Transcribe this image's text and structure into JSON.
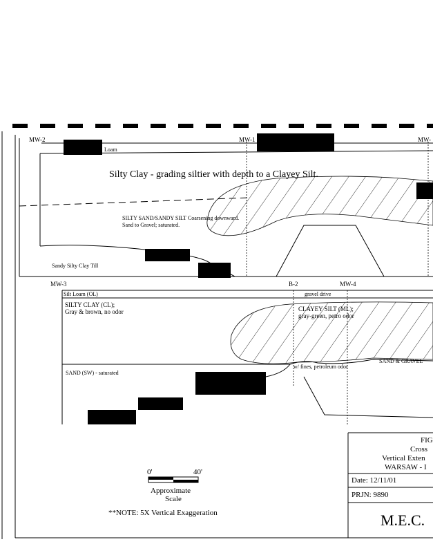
{
  "upper_section": {
    "well_labels": [
      "MW-2",
      "MW-1",
      "MW-"
    ],
    "surface_label": "Loam",
    "main_layer": "Silty Clay - grading siltier with depth to a Clayey Silt.",
    "sand_layer_line1": "SILTY SAND/SANDY SILT Coarsening downward.",
    "sand_layer_line2": "Sand to Gravel; saturated.",
    "till_layer": "Sandy Silty Clay Till"
  },
  "lower_section": {
    "well_labels": [
      "MW-3",
      "B-2",
      "MW-4"
    ],
    "surface_label": "Silt Loam (OL)",
    "gravel_drive": "gravel drive",
    "silty_clay_line1": "SILTY CLAY (CL);",
    "silty_clay_line2": "Gray & brown, no odor",
    "clayey_silt_line1": "CLAYEY SILT (ML);",
    "clayey_silt_line2": "gray-green, petro odor",
    "fines_note": "w/ fines, petroleum odor",
    "sand_gravel": "SAND & GRAVEL",
    "sand_layer": "SAND (SW) - saturated"
  },
  "scale": {
    "start": "0'",
    "end": "40'",
    "label_line1": "Approximate",
    "label_line2": "Scale",
    "note": "**NOTE:  5X Vertical Exaggeration"
  },
  "title_block": {
    "fig": "FIG",
    "line2": "Cross",
    "line3": "Vertical Exten",
    "line4": "WARSAW - I",
    "date": "Date:  12/11/01",
    "prj": "PRJN:  9890",
    "company": "M.E.C."
  }
}
